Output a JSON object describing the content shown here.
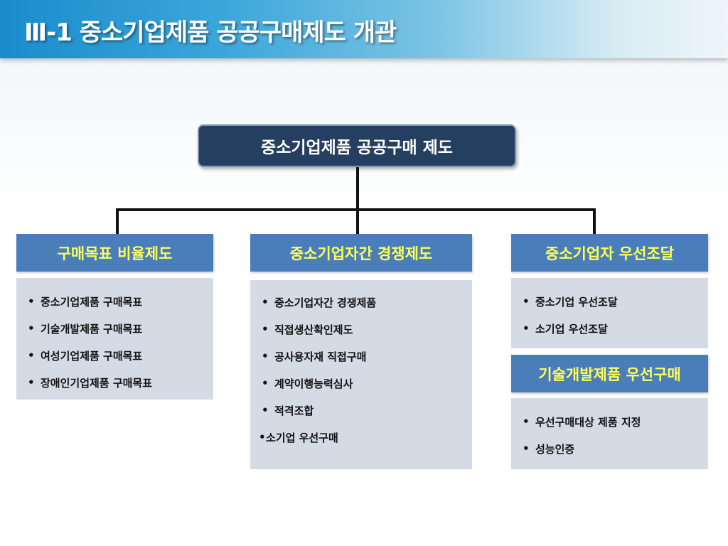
{
  "title": "Ⅲ-1 중소기업제품 공공구매제도 개관",
  "root": "중소기업제품 공공구매 제도",
  "columns": [
    {
      "header": "구매목표 비율제도",
      "items": [
        "중소기업제품 구매목표",
        "기술개발제품 구매목표",
        "여성기업제품 구매목표",
        "장애인기업제품 구매목표"
      ]
    },
    {
      "header": "중소기업자간 경쟁제도",
      "items": [
        "중소기업자간 경쟁제품",
        "직접생산확인제도",
        "공사용자재 직접구매",
        "계약이행능력심사",
        "적격조합",
        "소기업 우선구매"
      ]
    },
    {
      "header": "중소기업자 우선조달",
      "items": [
        "중소기업 우선조달",
        "소기업 우선조달"
      ]
    },
    {
      "header": "기술개발제품 우선구매",
      "items": [
        "우선구매대상 제품 지정",
        "성능인증"
      ]
    }
  ],
  "bullet": "•"
}
